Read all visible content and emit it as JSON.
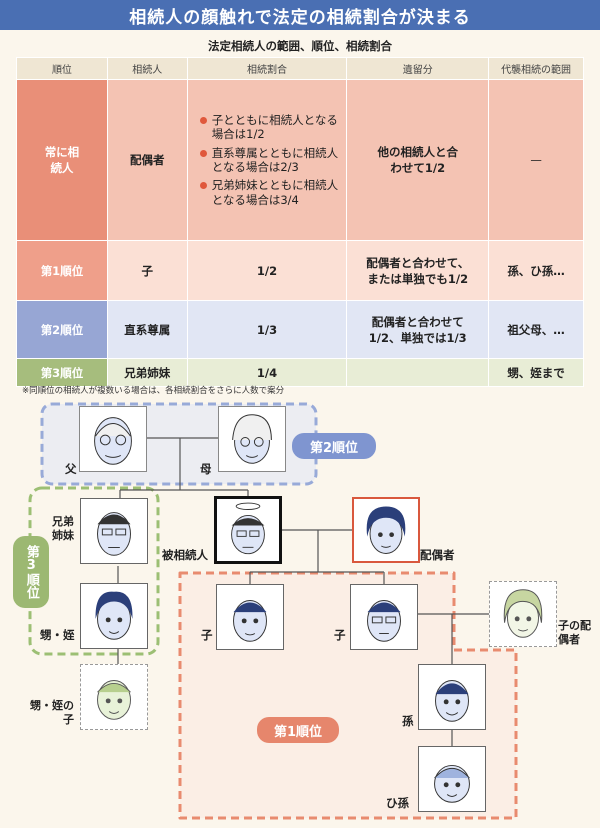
{
  "title": "相続人の顔触れで法定の相続割合が決まる",
  "subtitle": "法定相続人の範囲、順位、相続割合",
  "table": {
    "headers": [
      "順位",
      "相続人",
      "相続割合",
      "遺留分",
      "代襲相続の範囲"
    ],
    "always": {
      "rank": "常に相続人",
      "heir": "配偶者",
      "shares": [
        "子とともに相続人となる場合は1/2",
        "直系尊属とともに相続人となる場合は2/3",
        "兄弟姉妹とともに相続人となる場合は3/4"
      ],
      "reserved": "他の相続人と合わせて1/2",
      "substitute": "—"
    },
    "rows": [
      {
        "rank": "第1順位",
        "heir": "子",
        "share": "1/2",
        "reserved": "配偶者と合わせて、または単独でも1/2",
        "substitute": "孫、ひ孫…"
      },
      {
        "rank": "第2順位",
        "heir": "直系尊属",
        "share": "1/3",
        "reserved": "配偶者と合わせて1/2、単独では1/3",
        "substitute": "祖父母、…"
      },
      {
        "rank": "第3順位",
        "heir": "兄弟姉妹",
        "share": "1/4",
        "reserved": "",
        "substitute": "甥、姪まで"
      }
    ]
  },
  "note": "※同順位の相続人が複数いる場合は、各相続割合をさらに人数で案分",
  "tree": {
    "father": "父",
    "mother": "母",
    "rank2": "第2順位",
    "rank3": "第3順位",
    "rank1": "第1順位",
    "siblings": "兄弟姉妹",
    "nephew": "甥・姪",
    "nephew_child": "甥・姪の子",
    "deceased": "被相続人",
    "spouse": "配偶者",
    "child1": "子",
    "child2": "子",
    "child_spouse": "子の配偶者",
    "grandchild": "孫",
    "great_grandchild": "ひ孫"
  },
  "colors": {
    "header": "#4a6fb3",
    "rank1": "#e98f78",
    "rank2": "#7f95d0",
    "rank3": "#9cb872"
  }
}
